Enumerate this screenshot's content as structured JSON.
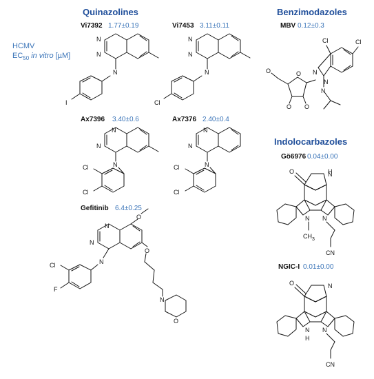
{
  "colors": {
    "heading": "#1f4e9a",
    "value": "#3a74b8",
    "side_label": "#3a74b8",
    "ink": "#111111"
  },
  "side_label": {
    "line1": "HCMV",
    "line2_main": "EC",
    "line2_sub": "50",
    "line2_italic": "in vitro",
    "line2_unit": "[µM]"
  },
  "sections": {
    "quinazolines": "Quinazolines",
    "benzimidazoles": "Benzimodazoles",
    "indolocarbazoles": "Indolocarbazoles"
  },
  "compounds": {
    "vi7392": {
      "name": "Vi7392",
      "value": "1.77±0.19",
      "sub": "I"
    },
    "vi7453": {
      "name": "Vi7453",
      "value": "3.11±0.11",
      "sub": "Cl"
    },
    "ax7396": {
      "name": "Ax7396",
      "value": "3.40±0.6",
      "sub1": "Cl",
      "sub2": "Cl"
    },
    "ax7376": {
      "name": "Ax7376",
      "value": "2.40±0.4",
      "sub1": "Cl",
      "sub2": "Cl"
    },
    "gefitinib": {
      "name": "Gefitinib",
      "value": "6.4±0.25",
      "sub1": "Cl",
      "sub2": "F"
    },
    "mbv": {
      "name": "MBV",
      "value": "0.12±0.3",
      "sub1": "Cl",
      "sub2": "Cl"
    },
    "go6976": {
      "name": "Gö6976",
      "value": "0.04±0.00",
      "methyl": "CH",
      "methyl_sub": "3",
      "nitrile": "CN"
    },
    "ngic1": {
      "name": "NGIC-I",
      "value": "0.01±0.00",
      "nh": "H",
      "nitrile": "CN"
    }
  },
  "atoms": {
    "N": "N",
    "O": "O",
    "H": "H"
  }
}
